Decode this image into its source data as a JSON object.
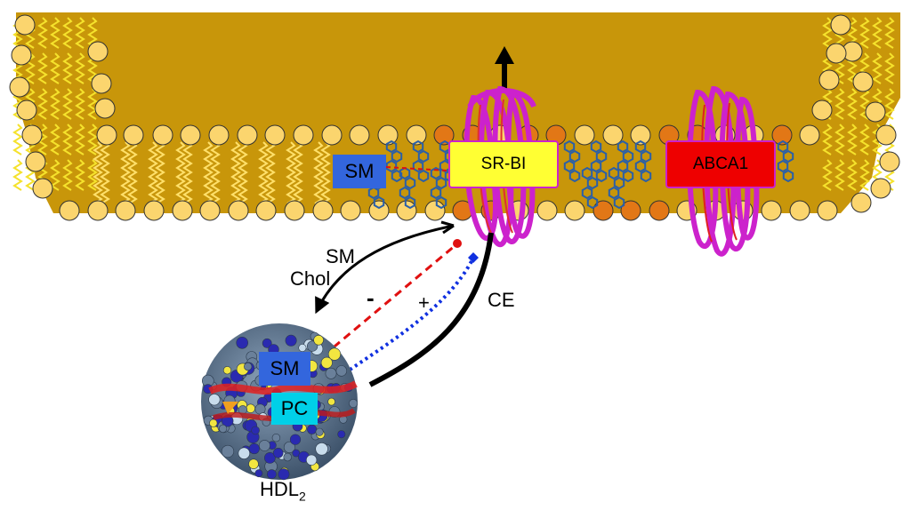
{
  "labels": {
    "sm_membrane": "SM",
    "srbi": "SR-BI",
    "abca1": "ABCA1",
    "sm_chol_line1": "SM",
    "sm_chol_line2": "Chol",
    "minus": "-",
    "plus": "+",
    "ce": "CE",
    "sm_hdl": "SM",
    "pc_hdl": "PC",
    "hdl_base": "HDL",
    "hdl_sub": "2"
  },
  "colors": {
    "membrane_fill": "#C8960A",
    "headgroup": "#FBD56E",
    "headgroup_orange": "#E27716",
    "tail_yellow": "#F5E22C",
    "sm_box": "#3366DD",
    "srbi_box": "#FFFF33",
    "srbi_protein": "#CC22CC",
    "abca1_box": "#EE0000",
    "pc_box": "#00D0E8",
    "red_dash": "#E01010",
    "blue_dot": "#1030E0",
    "hdl_particle": "#5C7490"
  },
  "icons": {
    "srbi_protein": "transmembrane-coil-icon",
    "abca1_protein": "transmembrane-coil-icon",
    "hdl_particle": "lipoprotein-sphere-icon"
  }
}
